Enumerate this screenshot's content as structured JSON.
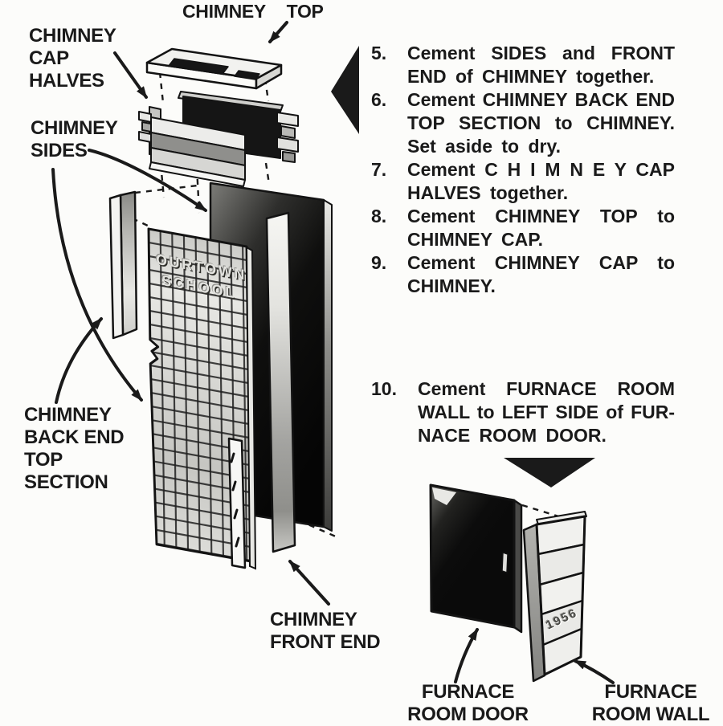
{
  "labels": {
    "chimney_top": "CHIMNEY TOP",
    "chimney_cap_halves": [
      "CHIMNEY",
      "CAP",
      "HALVES"
    ],
    "chimney_sides": [
      "CHIMNEY",
      "SIDES"
    ],
    "chimney_back_end": [
      "CHIMNEY",
      "BACK END",
      "TOP",
      "SECTION"
    ],
    "chimney_front_end": [
      "CHIMNEY",
      "FRONT END"
    ],
    "furnace_room_door": [
      "FURNACE",
      "ROOM DOOR"
    ],
    "furnace_room_wall": [
      "FURNACE",
      "ROOM WALL"
    ]
  },
  "steps": [
    {
      "num": "5.",
      "lines": [
        "Cement SIDES and FRONT",
        "END of CHIMNEY together."
      ]
    },
    {
      "num": "6.",
      "lines": [
        "Cement CHIMNEY BACK END",
        "TOP SECTION to CHIMNEY.",
        "Set aside to dry."
      ]
    },
    {
      "num": "7.",
      "lines": [
        "Cement C H I M N E Y CAP",
        "HALVES together."
      ]
    },
    {
      "num": "8.",
      "lines": [
        "Cement CHIMNEY TOP to",
        "CHIMNEY CAP."
      ]
    },
    {
      "num": "9.",
      "lines": [
        "Cement CHIMNEY CAP to",
        "CHIMNEY."
      ]
    },
    {
      "num": "10.",
      "lines": [
        "Cement FURNACE ROOM",
        "WALL to LEFT SIDE of FUR-",
        "NACE ROOM DOOR."
      ]
    }
  ],
  "embossed": {
    "school_line1": "OURTOWN",
    "school_line2": "SCHOOL",
    "wall_year": "1956"
  },
  "colors": {
    "ink": "#1a1a1a",
    "paper": "#fcfcfa"
  }
}
